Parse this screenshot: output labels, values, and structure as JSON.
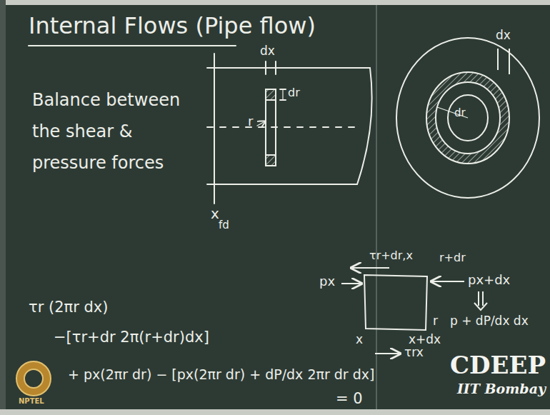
{
  "diagram": {
    "title": "Internal Flows (Pipe flow)",
    "labels": [
      "Balance between the shear & pressure forces",
      "dx",
      "dr",
      "r",
      "x",
      "fd",
      "dx",
      "dr",
      "τr (2πr dx)",
      "−[τr+dr 2π(r+dr)dx]",
      "+ px(2πr dr) − [px(2πr dr) + dP/dx 2πr dr dx]",
      "= 0",
      "τr+dr,x",
      "px",
      "px+dx",
      "r+dr",
      "x",
      "x+dx",
      "τrx",
      "r",
      "p + dP/dx dx",
      "CDEEP",
      "IIT Bombay",
      "NPTEL"
    ]
  }
}
